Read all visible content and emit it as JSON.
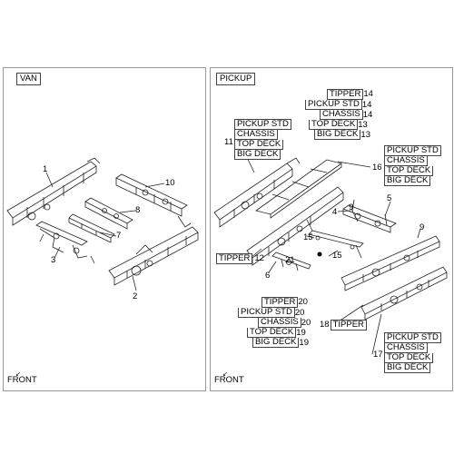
{
  "van": {
    "title": "VAN",
    "front": "FRONT",
    "callouts": {
      "c1": "1",
      "c2": "2",
      "c3": "3",
      "c7": "7",
      "c8": "8",
      "c10": "10"
    }
  },
  "pickup": {
    "title": "PICKUP",
    "front": "FRONT",
    "top_list": [
      {
        "label": "TIPPER",
        "num": "14"
      },
      {
        "label": "PICKUP STD",
        "num": "14"
      },
      {
        "label": "CHASSIS",
        "num": "14"
      },
      {
        "label": "TOP DECK",
        "num": "13"
      },
      {
        "label": "BIG DECK",
        "num": "13"
      }
    ],
    "group11": {
      "num": "11",
      "labels": [
        "PICKUP STD",
        "CHASSIS",
        "TOP DECK",
        "BIG DECK"
      ]
    },
    "group16": {
      "num": "16",
      "labels": [
        "PICKUP STD",
        "CHASSIS",
        "TOP DECK",
        "BIG DECK"
      ]
    },
    "tipper12": {
      "label": "TIPPER",
      "num": "12"
    },
    "bottom_list": [
      {
        "label": "TIPPER",
        "num": "20"
      },
      {
        "label": "PICKUP STD",
        "num": "20"
      },
      {
        "label": "CHASSIS",
        "num": "20"
      },
      {
        "label": "TOP DECK",
        "num": "19"
      },
      {
        "label": "BIG DECK",
        "num": "19"
      }
    ],
    "tipper18": {
      "num": "18",
      "label": "TIPPER"
    },
    "group17": {
      "num": "17",
      "labels": [
        "PICKUP STD",
        "CHASSIS",
        "TOP DECK",
        "BIG DECK"
      ]
    },
    "callouts": {
      "c4": "4",
      "c5": "5",
      "c6": "6",
      "c9a": "9",
      "c9b": "9",
      "c15a": "15",
      "c15b": "15",
      "c21": "21"
    }
  }
}
